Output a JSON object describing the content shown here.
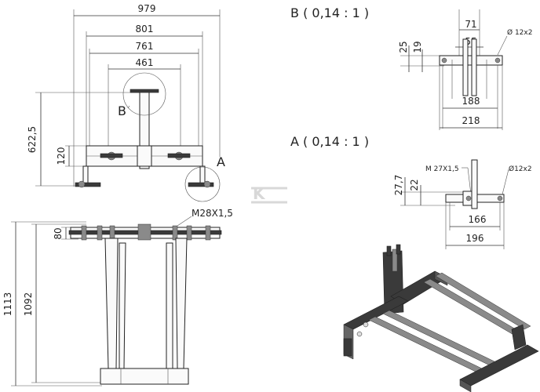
{
  "dimensions": {
    "top_view": {
      "w979": "979",
      "w801": "801",
      "w761": "761",
      "w461": "461",
      "h622": "622,5",
      "h120": "120"
    },
    "front_view": {
      "h1113": "1113",
      "h1092": "1092",
      "h80": "80",
      "thread": "M28X1,5"
    },
    "detail_b": {
      "title": "B ( 0,14 : 1 )",
      "w71": "71",
      "w55": "55",
      "h25": "25",
      "h19": "19",
      "w188": "188",
      "w218": "218",
      "hole": "Ø 12x2"
    },
    "detail_a": {
      "title": "A ( 0,14 : 1 )",
      "thread": "M 27X1,5",
      "hole": "Ø12x2",
      "h27": "27,7",
      "h22": "22",
      "w166": "166",
      "w196": "196"
    }
  },
  "labels": {
    "a": "A",
    "b": "B"
  },
  "colors": {
    "line": "#333333",
    "steel": "#3a3a3a",
    "paper": "#ffffff"
  }
}
